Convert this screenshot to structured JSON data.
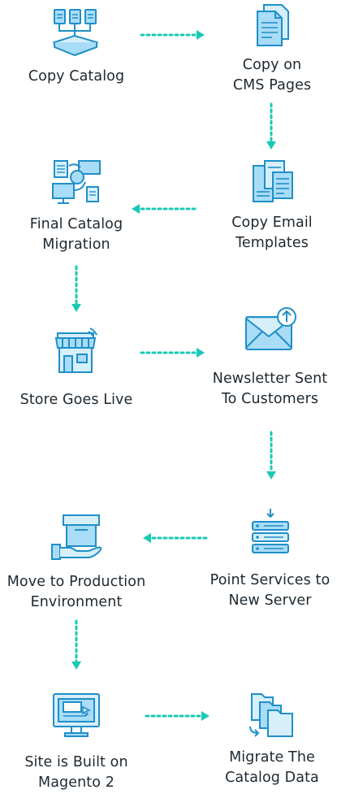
{
  "colors": {
    "icon_stroke": "#1f8fc8",
    "icon_fill": "#a9dcf6",
    "icon_fill_light": "#d6effb",
    "arrow": "#19c9b4",
    "text": "#1e2830"
  },
  "steps": [
    {
      "id": "copy-catalog",
      "label": "Copy Catalog",
      "icon": "documents-to-box-icon"
    },
    {
      "id": "copy-cms",
      "label": "Copy on\nCMS Pages",
      "icon": "document-stack-icon"
    },
    {
      "id": "copy-email",
      "label": "Copy Email\nTemplates",
      "icon": "email-templates-icon"
    },
    {
      "id": "final-migration",
      "label": "Final Catalog\nMigration",
      "icon": "network-migration-icon"
    },
    {
      "id": "store-live",
      "label": "Store Goes Live",
      "icon": "storefront-icon"
    },
    {
      "id": "newsletter",
      "label": "Newsletter Sent\nTo Customers",
      "icon": "envelope-upload-icon"
    },
    {
      "id": "point-services",
      "label": "Point Services to\nNew Server",
      "icon": "server-stack-icon"
    },
    {
      "id": "move-production",
      "label": "Move to Production\nEnvironment",
      "icon": "hand-box-icon"
    },
    {
      "id": "site-built",
      "label": "Site is Built on\nMagento 2",
      "icon": "monitor-icon"
    },
    {
      "id": "migrate-data",
      "label": "Migrate The\nCatalog Data",
      "icon": "folders-icon"
    }
  ]
}
